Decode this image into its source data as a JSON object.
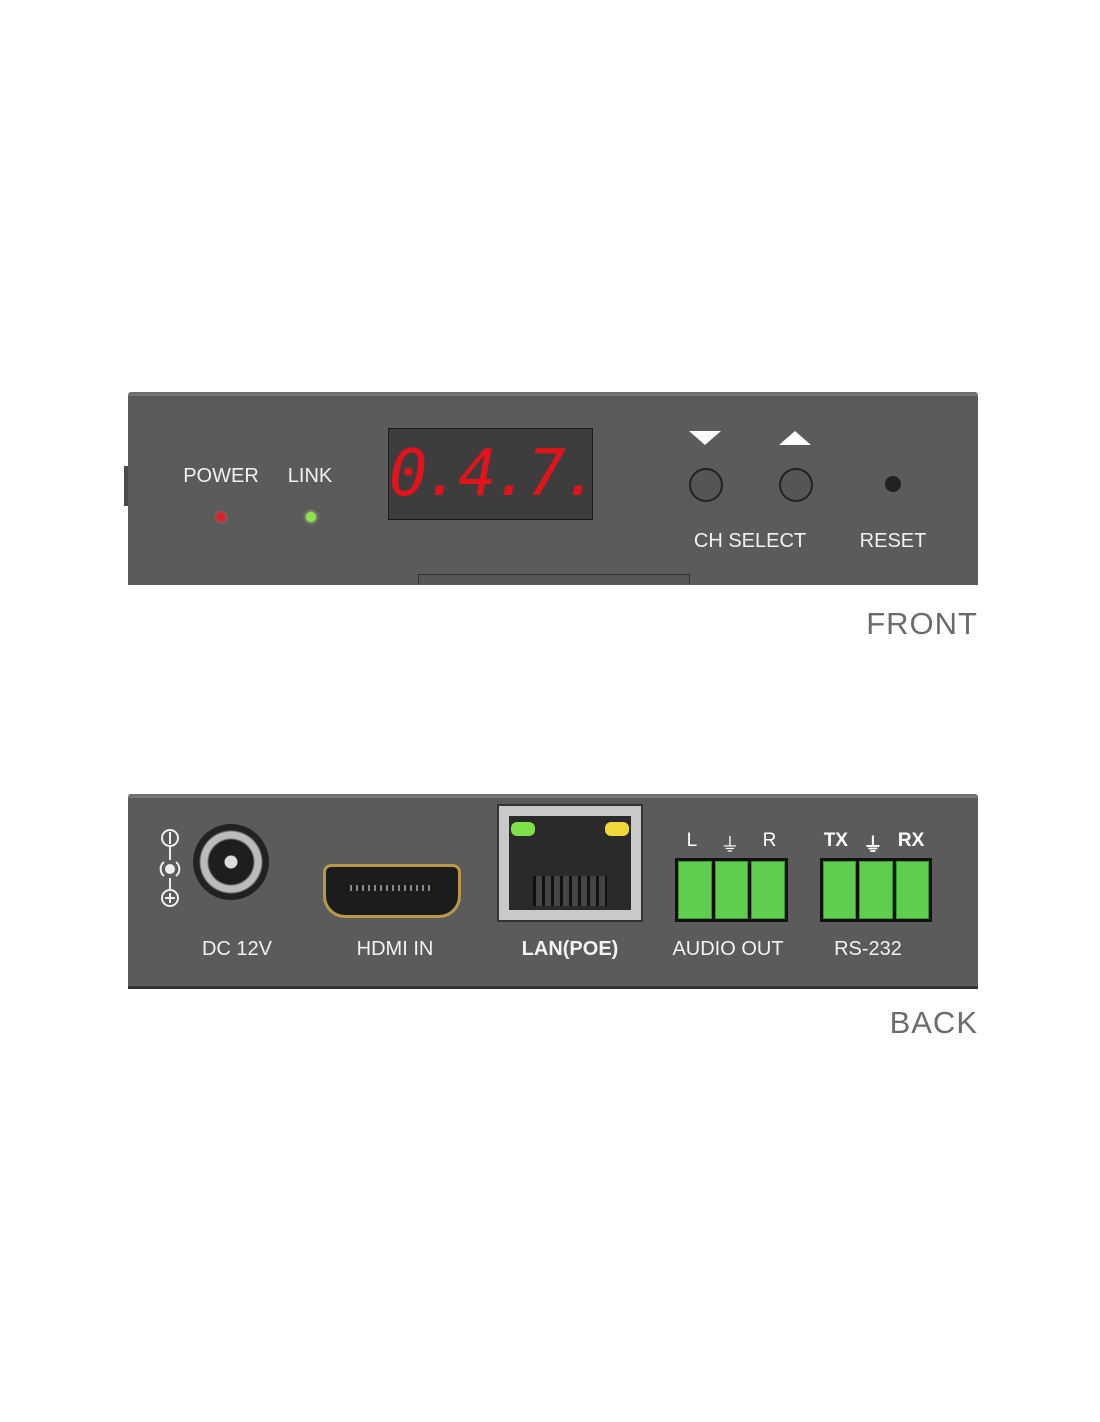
{
  "front": {
    "power_label": "POWER",
    "link_label": "LINK",
    "display_value": "0.4.7.",
    "ch_select_label": "CH SELECT",
    "reset_label": "RESET",
    "caption": "FRONT"
  },
  "back": {
    "dc_label": "DC 12V",
    "hdmi_label": "HDMI IN",
    "lan_label": "LAN(POE)",
    "audio_label": "AUDIO OUT",
    "audio_pins": [
      "L",
      "⏚",
      "R"
    ],
    "rs232_label": "RS-232",
    "rs232_pins": [
      "TX",
      "⏚",
      "RX"
    ],
    "caption": "BACK"
  },
  "colors": {
    "power_led": "#d0262c",
    "link_led": "#8ee34a",
    "display_digits": "#e0141a",
    "terminal": "#5fce4f"
  }
}
